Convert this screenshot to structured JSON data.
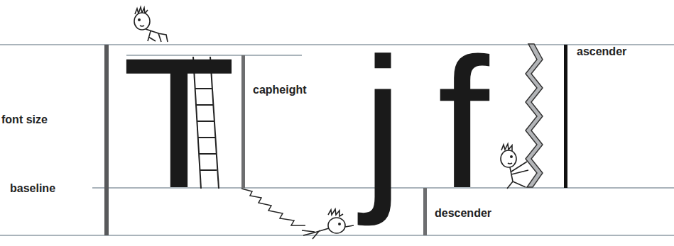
{
  "diagram": {
    "labels": [
      "T",
      "j",
      "f",
      "font size",
      "baseline",
      "capheight",
      "descender",
      "ascender"
    ]
  }
}
